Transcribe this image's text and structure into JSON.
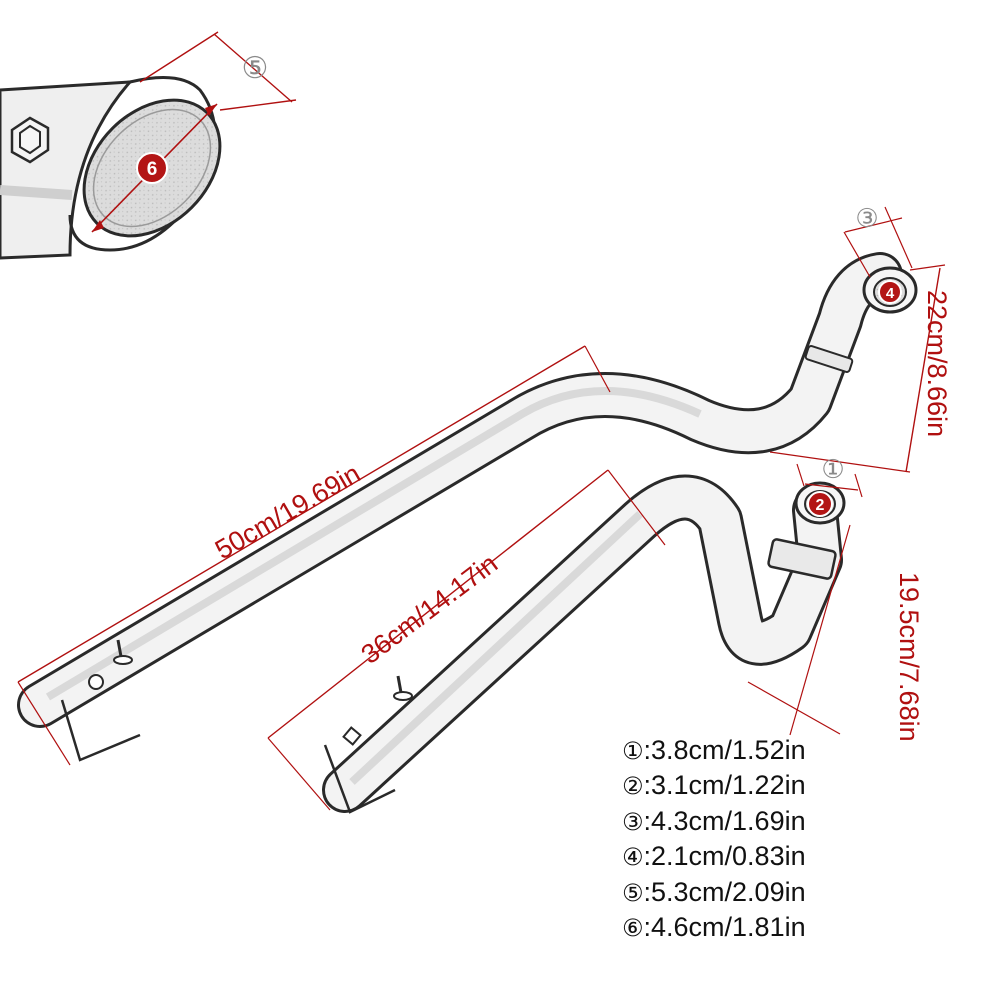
{
  "colors": {
    "dimension": "#b01010",
    "outline": "#2a2a2a",
    "pipe_fill": "#f2f2f2",
    "marker_fill": "#b31515"
  },
  "dimensions": {
    "long_pipe": "50cm/19.69in",
    "short_pipe": "36cm/14.17in",
    "upper_rise": "22cm/8.66in",
    "lower_rise": "19.5cm/7.68in",
    "callout_1": "①",
    "callout_3": "③",
    "callout_5": "⑤"
  },
  "markers": {
    "m2": "2",
    "m4": "4",
    "m6": "6"
  },
  "legend": [
    {
      "num": "①",
      "value": ":3.8cm/1.52in"
    },
    {
      "num": "②",
      "value": ":3.1cm/1.22in"
    },
    {
      "num": "③",
      "value": ":4.3cm/1.69in"
    },
    {
      "num": "④",
      "value": ":2.1cm/0.83in"
    },
    {
      "num": "⑤",
      "value": ":5.3cm/2.09in"
    },
    {
      "num": "⑥",
      "value": ":4.6cm/1.81in"
    }
  ]
}
